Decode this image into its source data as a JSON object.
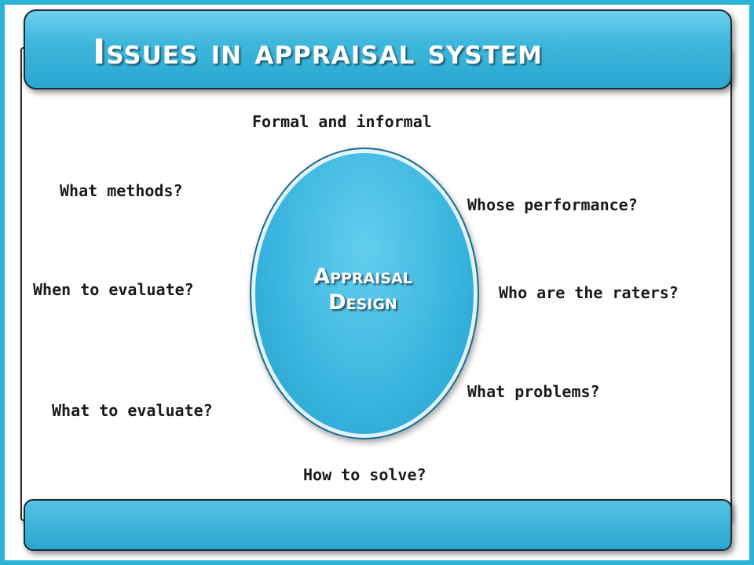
{
  "title": "Issues in appraisal system",
  "center": "Appraisal\nDesign",
  "items": {
    "formal": "Formal and informal",
    "methods": "What methods?",
    "whose": "Whose performance?",
    "when": "When to evaluate?",
    "raters": "Who are the raters?",
    "problems": "What problems?",
    "what": "What to evaluate?",
    "solve": "How to solve?"
  },
  "colors": {
    "accent": "#2bb3d8",
    "bar": "#3fb8de",
    "text": "#1a1a1a"
  }
}
